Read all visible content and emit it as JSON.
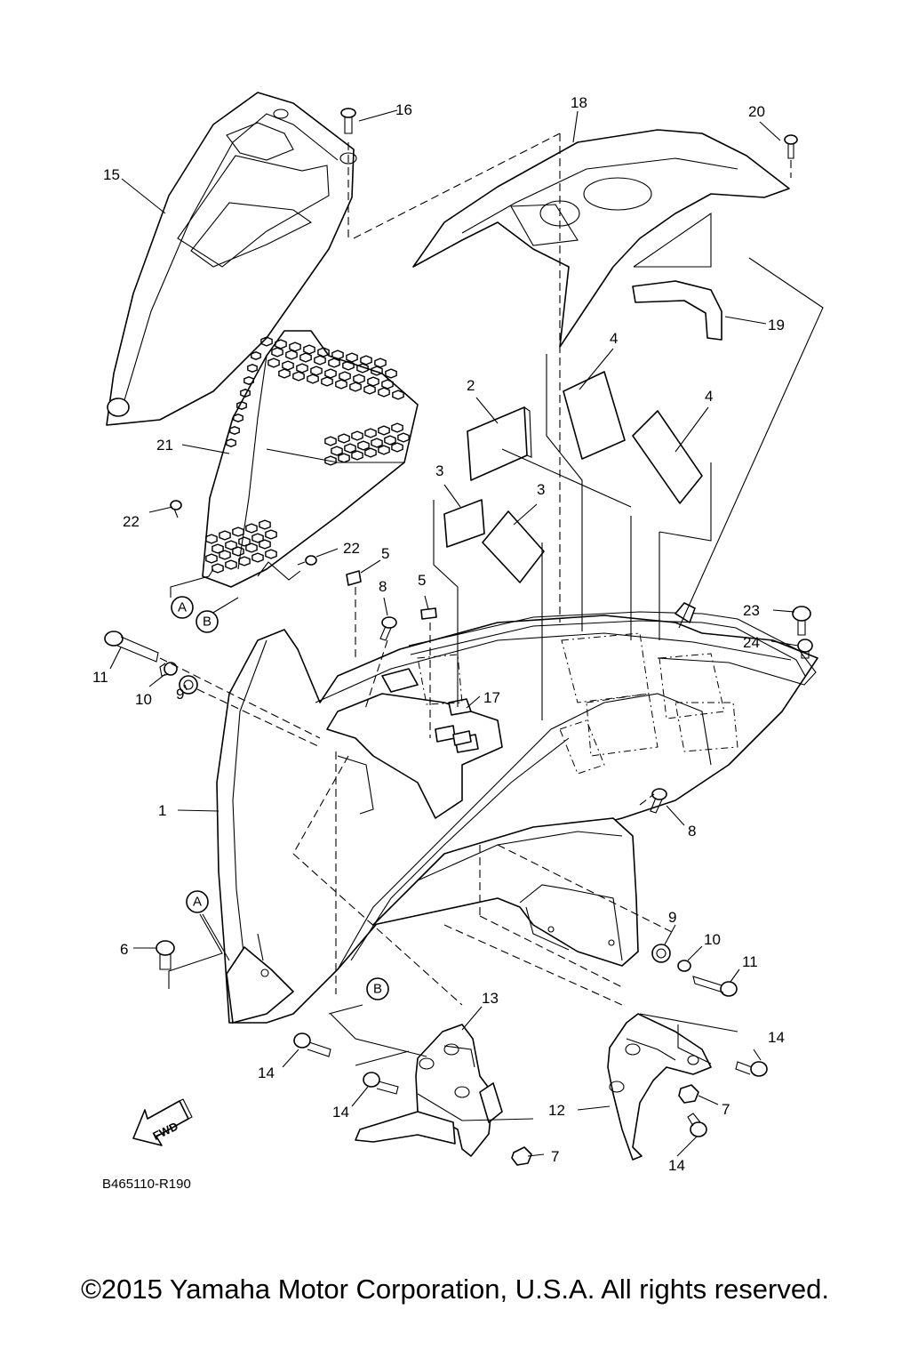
{
  "diagram": {
    "reference_code": "B465110-R190",
    "fwd_label": "FWD",
    "copyright": "©2015 Yamaha Motor Corporation, U.S.A. All rights reserved.",
    "callouts": [
      "1",
      "2",
      "3",
      "3",
      "4",
      "4",
      "5",
      "5",
      "6",
      "7",
      "7",
      "8",
      "8",
      "9",
      "9",
      "10",
      "10",
      "11",
      "11",
      "12",
      "13",
      "14",
      "14",
      "14",
      "14",
      "15",
      "16",
      "17",
      "18",
      "19",
      "20",
      "21",
      "22",
      "22",
      "23",
      "24"
    ],
    "reference_letters": [
      "A",
      "B",
      "A",
      "B"
    ]
  }
}
